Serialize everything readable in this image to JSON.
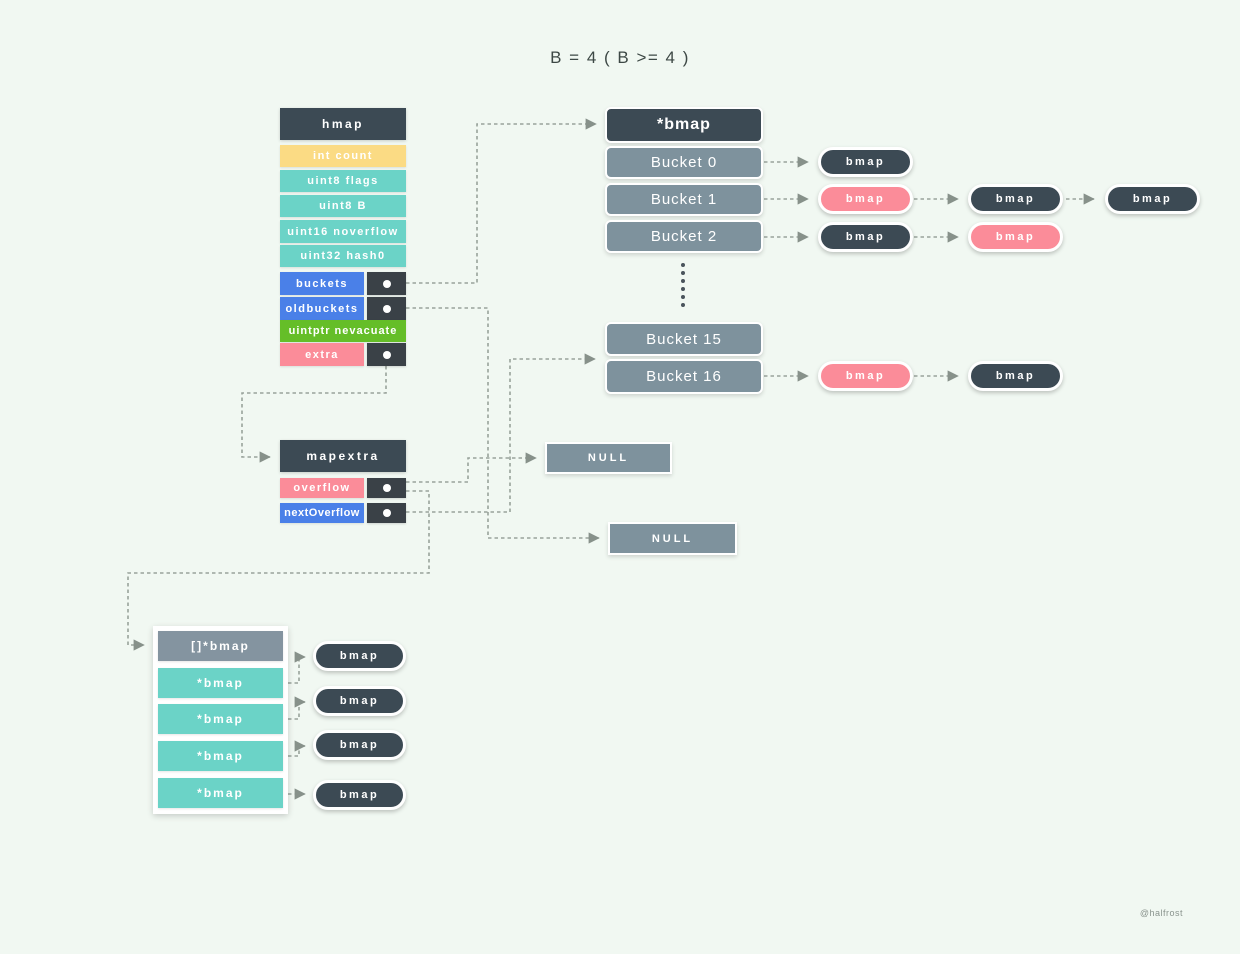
{
  "title": "B = 4 ( B >= 4 )",
  "watermark": "@halfrost",
  "colors": {
    "background": "#F1F8F2",
    "slate_dark": "#3C4A54",
    "pointer_cell_dark": "#3A4147",
    "bucket_gray": "#7E929D",
    "array_header_gray": "#8494A0",
    "teal": "#6BD3C7",
    "yellow": "#FBDB84",
    "blue": "#4A80E8",
    "green": "#65BE28",
    "pink": "#FB8C99",
    "edge_gray": "#99A39B"
  },
  "hmap": {
    "header": "hmap",
    "fields": [
      {
        "label": "int count",
        "color": "yellow",
        "pointer": false
      },
      {
        "label": "uint8 flags",
        "color": "teal",
        "pointer": false
      },
      {
        "label": "uint8 B",
        "color": "teal",
        "pointer": false
      },
      {
        "label": "uint16 noverflow",
        "color": "teal",
        "pointer": false
      },
      {
        "label": "uint32 hash0",
        "color": "teal",
        "pointer": false
      },
      {
        "label": "buckets",
        "color": "blue",
        "pointer": true
      },
      {
        "label": "oldbuckets",
        "color": "blue",
        "pointer": true
      },
      {
        "label": "uintptr nevacuate",
        "color": "green",
        "pointer": false
      },
      {
        "label": "extra",
        "color": "pink",
        "pointer": true
      }
    ]
  },
  "bucket_array": {
    "header": "*bmap",
    "top_buckets": [
      "Bucket 0",
      "Bucket 1",
      "Bucket 2"
    ],
    "bottom_buckets": [
      "Bucket 15",
      "Bucket 16"
    ]
  },
  "chains": {
    "row0": [
      {
        "label": "bmap",
        "variant": "dark"
      }
    ],
    "row1": [
      {
        "label": "bmap",
        "variant": "pink"
      },
      {
        "label": "bmap",
        "variant": "dark"
      },
      {
        "label": "bmap",
        "variant": "dark"
      }
    ],
    "row2": [
      {
        "label": "bmap",
        "variant": "dark"
      },
      {
        "label": "bmap",
        "variant": "pink"
      }
    ],
    "row16": [
      {
        "label": "bmap",
        "variant": "pink"
      },
      {
        "label": "bmap",
        "variant": "dark"
      }
    ]
  },
  "mapextra": {
    "header": "mapextra",
    "fields": [
      {
        "label": "overflow",
        "color": "pink",
        "pointer": true
      },
      {
        "label": "nextOverflow",
        "color": "blue",
        "pointer": true
      }
    ]
  },
  "null_boxes": [
    "NULL",
    "NULL"
  ],
  "overflow_array": {
    "header": "[]*bmap",
    "items": [
      "*bmap",
      "*bmap",
      "*bmap",
      "*bmap"
    ],
    "pills": [
      {
        "label": "bmap"
      },
      {
        "label": "bmap"
      },
      {
        "label": "bmap"
      },
      {
        "label": "bmap"
      }
    ]
  }
}
